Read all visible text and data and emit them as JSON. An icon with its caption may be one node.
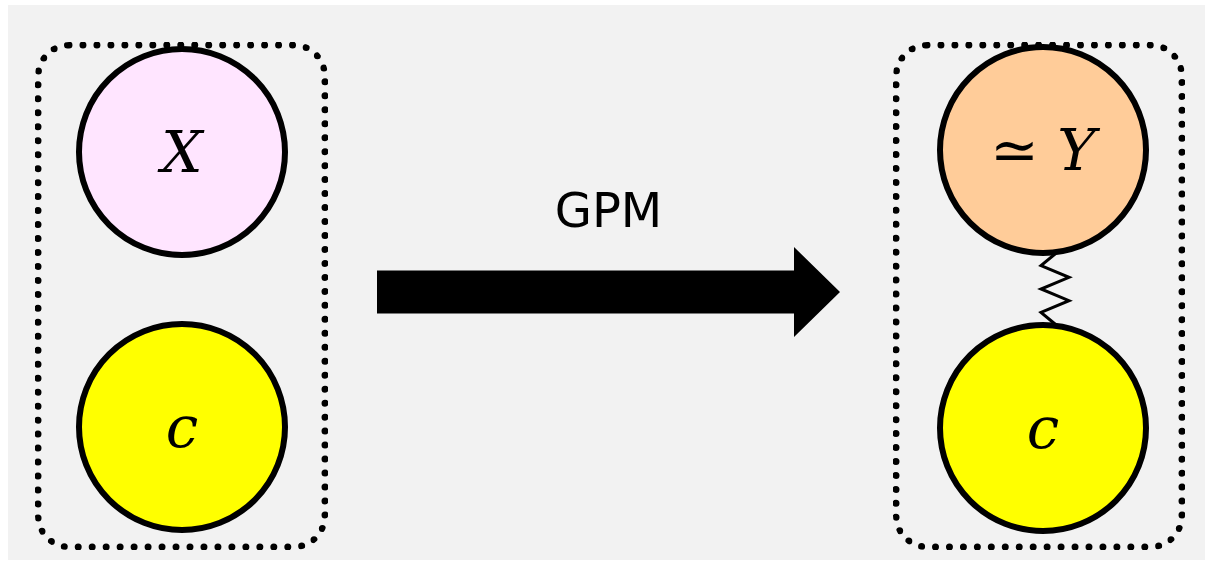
{
  "diagram": {
    "nodes": [
      {
        "text": [],
        "shape": "box"
      },
      {
        "text": [
          "X"
        ],
        "in": 0
      },
      {
        "text": [
          "c"
        ],
        "in": 0
      },
      {
        "text": [],
        "shape": "box"
      },
      {
        "text": [
          "≃ Y"
        ],
        "in": 3
      },
      {
        "text": [
          "c"
        ],
        "in": 3
      }
    ],
    "edges": [
      {
        "from": 0,
        "to": 3,
        "arrow": "to",
        "label": "GPM",
        "style": "thick"
      },
      {
        "from": 4,
        "to": 5,
        "arrow": "none"
      }
    ]
  }
}
